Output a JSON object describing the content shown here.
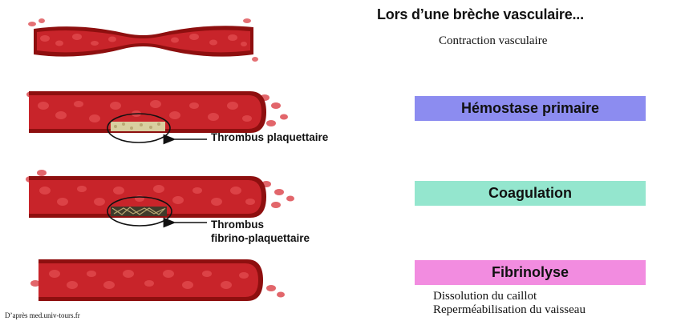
{
  "title": "Lors d’une brèche vasculaire...",
  "stages": [
    {
      "caption": "Contraction vasculaire"
    },
    {
      "label": "Hémostase primaire",
      "color": "#8C8CF0"
    },
    {
      "label": "Coagulation",
      "color": "#94E6CE"
    },
    {
      "label": "Fibrinolyse",
      "color": "#F28CE0"
    }
  ],
  "annotations": {
    "thrombus_plaquettaire": "Thrombus plaquettaire",
    "thrombus_fibrino_line1": "Thrombus",
    "thrombus_fibrino_line2": "fibrino-plaquettaire"
  },
  "fibrinolyse_captions": {
    "line1": "Dissolution du caillot",
    "line2": "Reperméabilisation du vaisseau"
  },
  "credit": "D’après med.univ-tours.fr",
  "colors": {
    "vessel_wall": "#8E0F0F",
    "blood": "#C8242A",
    "cells": "#E0484C",
    "clot": "#D8CFA0"
  }
}
